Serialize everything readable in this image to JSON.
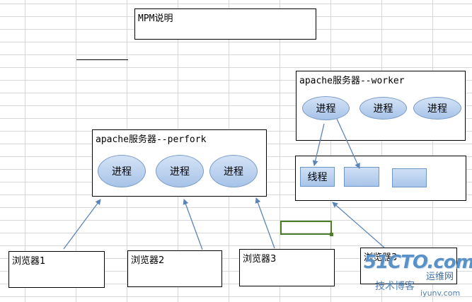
{
  "title_box": {
    "label": "MPM说明"
  },
  "worker": {
    "label": "apache服务器--worker",
    "processes": [
      "进程",
      "进程",
      "进程"
    ]
  },
  "threads": {
    "items": [
      "线程",
      "",
      ""
    ]
  },
  "perfork": {
    "label": "apache服务器--perfork",
    "processes": [
      "进程",
      "进程",
      "进程"
    ]
  },
  "browsers": [
    "浏览器1",
    "浏览器2",
    "浏览器3",
    "浏览器3"
  ],
  "watermark": {
    "logo": "51CTO.com",
    "site_cn": "运维网",
    "sub": "技术博客",
    "url": "iyunv.com"
  }
}
